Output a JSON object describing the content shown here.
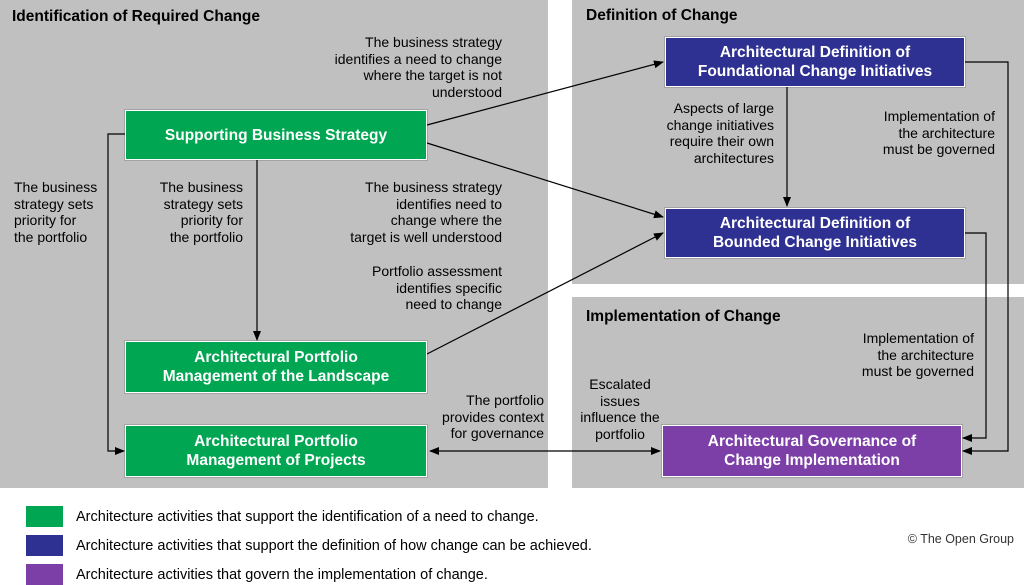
{
  "panels": {
    "identification": "Identification of Required Change",
    "definition": "Definition of Change",
    "implementation": "Implementation of Change"
  },
  "boxes": {
    "business_strategy": "Supporting Business Strategy",
    "portfolio_landscape": "Architectural Portfolio\nManagement of the Landscape",
    "portfolio_projects": "Architectural Portfolio\nManagement of Projects",
    "foundational": "Architectural Definition of\nFoundational Change Initiatives",
    "bounded": "Architectural Definition of\nBounded Change Initiatives",
    "governance": "Architectural Governance of\nChange Implementation"
  },
  "notes": {
    "strategy_not_understood": "The business strategy\nidentifies a need to change\nwhere the target is not\nunderstood",
    "strategy_well_understood": "The business strategy\nidentifies need to\nchange where the\ntarget  is well understood",
    "portfolio_assessment": "Portfolio assessment\nidentifies specific\nneed to change",
    "priority_left": "The business\nstrategy sets\npriority for\nthe portfolio",
    "priority_center": "The business\nstrategy sets\npriority for\nthe portfolio",
    "aspects_large": "Aspects of large\nchange initiatives\nrequire their own\narchitectures",
    "governed_top": "Implementation of\nthe architecture\nmust be governed",
    "governed_bottom": "Implementation of\nthe architecture\nmust be governed",
    "context_governance": "The portfolio\nprovides context\nfor governance",
    "escalated": "Escalated\nissues\ninfluence the\nportfolio"
  },
  "legend": [
    {
      "color": "#00a651",
      "text": "Architecture activities that support the identification of a need to change."
    },
    {
      "color": "#2e3192",
      "text": "Architecture activities that support the definition of how change can be achieved."
    },
    {
      "color": "#7c3fa8",
      "text": "Architecture activities that govern the implementation of change."
    }
  ],
  "copyright": "© The Open Group"
}
